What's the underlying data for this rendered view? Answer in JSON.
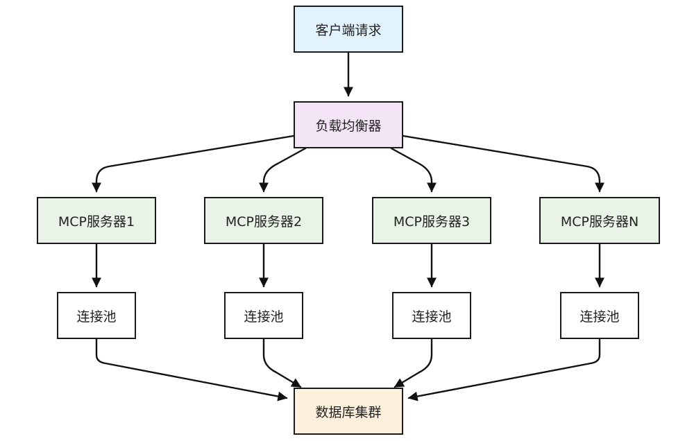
{
  "colors": {
    "client_fill": "#e2f3fd",
    "balancer_fill": "#f3e4f6",
    "server_fill": "#e9f3e8",
    "pool_fill": "#ffffff",
    "database_fill": "#fdf1de",
    "stroke": "#1a1a1a",
    "edge": "#111111"
  },
  "nodes": {
    "client": "客户端请求",
    "load_balancer": "负载均衡器",
    "servers": [
      "MCP服务器1",
      "MCP服务器2",
      "MCP服务器3",
      "MCP服务器N"
    ],
    "pools": [
      "连接池",
      "连接池",
      "连接池",
      "连接池"
    ],
    "database": "数据库集群"
  }
}
